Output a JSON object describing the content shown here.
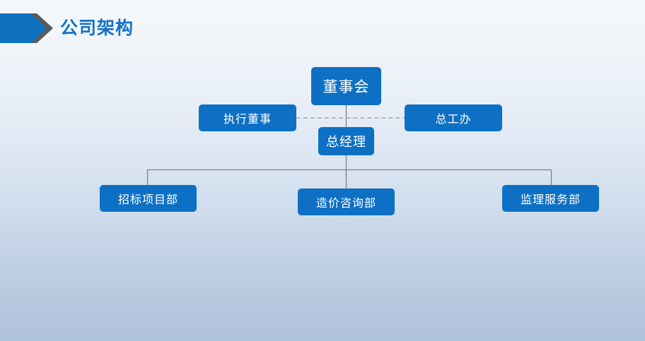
{
  "slide": {
    "title": "公司架构",
    "background_top_color": "#f5f8fb",
    "background_bottom_color": "#b0c3dc",
    "title_color": "#1473c6",
    "banner_color": "#1071c1",
    "banner_shadow_color": "#5a5a5a"
  },
  "chart_data": {
    "type": "diagram",
    "diagram_kind": "organization-chart",
    "title": "公司架构",
    "node_fill_color": "#0d70c4",
    "node_text_color": "#ffffff",
    "connector_color": "#808080",
    "nodes": [
      {
        "id": "board",
        "label": "董事会",
        "level": 0
      },
      {
        "id": "exec",
        "label": "执行董事",
        "level": 1
      },
      {
        "id": "chief_eng",
        "label": "总工办",
        "level": 1
      },
      {
        "id": "gm",
        "label": "总经理",
        "level": 2
      },
      {
        "id": "bidding",
        "label": "招标项目部",
        "level": 3
      },
      {
        "id": "cost",
        "label": "造价咨询部",
        "level": 3
      },
      {
        "id": "supervise",
        "label": "监理服务部",
        "level": 3
      }
    ],
    "edges": [
      {
        "from": "board",
        "to": "gm",
        "style": "solid"
      },
      {
        "from": "exec",
        "to": "gm",
        "style": "dashed"
      },
      {
        "from": "gm",
        "to": "chief_eng",
        "style": "dashed"
      },
      {
        "from": "gm",
        "to": "bidding",
        "style": "solid"
      },
      {
        "from": "gm",
        "to": "cost",
        "style": "solid"
      },
      {
        "from": "gm",
        "to": "supervise",
        "style": "solid"
      }
    ]
  }
}
